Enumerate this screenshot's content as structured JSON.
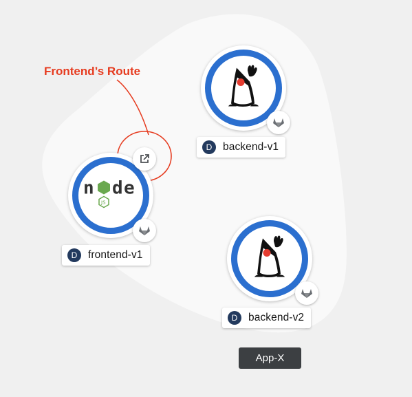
{
  "annotation": {
    "text": "Frontend’s Route",
    "color": "#e63b1f"
  },
  "group": {
    "label": "App-X"
  },
  "nodes": [
    {
      "id": "frontend-v1",
      "runtime_icon": "nodejs-icon",
      "badge": "D",
      "label": "frontend-v1",
      "decorators": [
        "open-url-icon",
        "gitlab-icon"
      ]
    },
    {
      "id": "backend-v1",
      "runtime_icon": "java-duke-icon",
      "badge": "D",
      "label": "backend-v1",
      "decorators": [
        "gitlab-icon"
      ]
    },
    {
      "id": "backend-v2",
      "runtime_icon": "java-duke-icon",
      "badge": "D",
      "label": "backend-v2",
      "decorators": [
        "gitlab-icon"
      ]
    }
  ],
  "colors": {
    "ring": "#2b6fcf",
    "badge": "#233a5e",
    "group_label_bg": "#3c3f42",
    "background": "#f0f0f0",
    "group_fill": "#f9f9f9"
  }
}
